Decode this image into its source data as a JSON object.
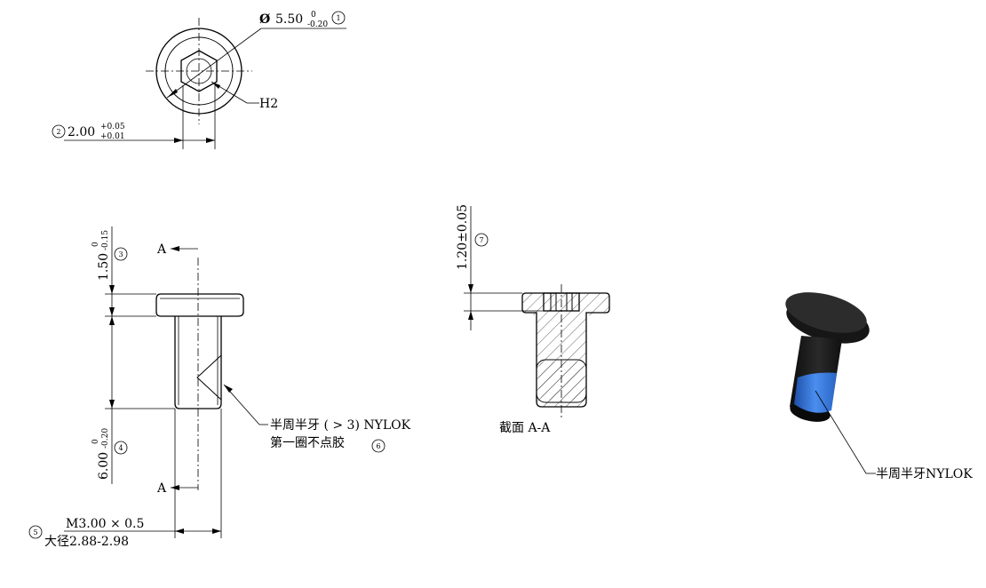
{
  "top_view": {
    "diameter": {
      "symbol": "Ø",
      "value": "5.50",
      "tol_upper": "0",
      "tol_lower": "-0.20",
      "balloon": "1"
    },
    "hex_label": "H2",
    "width": {
      "balloon": "2",
      "value": "2.00",
      "tol_upper": "+0.05",
      "tol_lower": "+0.01"
    }
  },
  "side_view": {
    "section_letter_top": "A",
    "section_letter_bottom": "A",
    "head_height": {
      "value": "1.50",
      "tol_upper": "0",
      "tol_lower": "-0.15",
      "balloon": "3"
    },
    "shank_length": {
      "value": "6.00",
      "tol_upper": "0",
      "tol_lower": "-0.20",
      "balloon": "4"
    },
    "thread_note": {
      "line1": "半周半牙 ( > 3) NYLOK",
      "line2": "第一圈不点胶",
      "balloon": "6"
    },
    "thread_spec": {
      "balloon": "5",
      "line1": "M3.00 × 0.5",
      "line2": "大径2.88-2.98"
    }
  },
  "section_view": {
    "depth": {
      "value": "1.20±0.05",
      "balloon": "7"
    },
    "caption": "截面 A-A"
  },
  "iso_view": {
    "nylok_label": "半周半牙NYLOK",
    "colors": {
      "body": "#1b1b1b",
      "patch": "#3d7fe0"
    }
  }
}
